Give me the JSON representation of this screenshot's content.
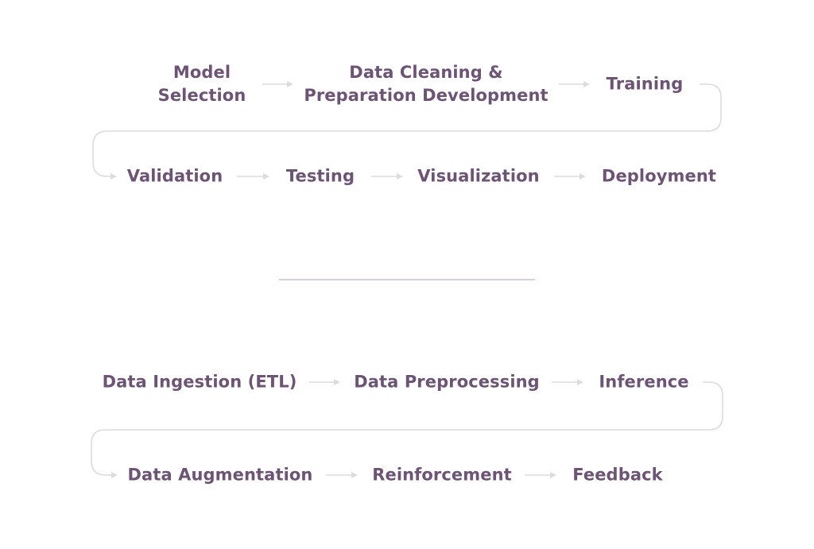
{
  "colors": {
    "text": "#6b5573",
    "connector": "#dcdcdc",
    "divider": "#c9c2cf",
    "background": "#ffffff"
  },
  "flow_top": {
    "row1": {
      "model_selection": [
        "Model",
        "Selection"
      ],
      "data_cleaning": [
        "Data Cleaning &",
        "Preparation Development"
      ],
      "training": "Training"
    },
    "row2": {
      "validation": "Validation",
      "testing": "Testing",
      "visualization": "Visualization",
      "deployment": "Deployment"
    }
  },
  "flow_bottom": {
    "row1": {
      "data_ingestion": "Data Ingestion (ETL)",
      "data_preprocessing": "Data Preprocessing",
      "inference": "Inference"
    },
    "row2": {
      "data_augmentation": "Data Augmentation",
      "reinforcement": "Reinforcement",
      "feedback": "Feedback"
    }
  }
}
